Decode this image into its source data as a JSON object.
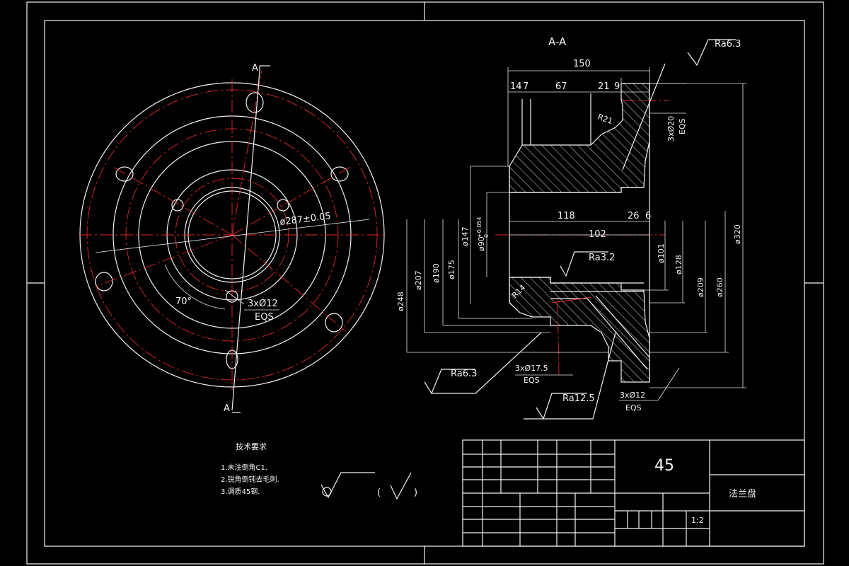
{
  "section_title": "A-A",
  "section_marker_top": "A",
  "section_marker_bottom": "A",
  "roughness": {
    "top": "Ra6.3",
    "mid": "Ra3.2",
    "bottom_left": "Ra6.3",
    "bottom_mid": "Ra12.5"
  },
  "front_view": {
    "pcd_label": "ø287±0.05",
    "angle_label": "70°",
    "holes_label": "3xØ12",
    "holes_eqs": "EQS"
  },
  "section_view": {
    "dims_top": {
      "overall": "150",
      "d1": "14",
      "d2": "7",
      "d3": "67",
      "d4": "21",
      "d5": "9"
    },
    "radius_top": "R21",
    "holes_top": "3xØ20",
    "holes_top_eqs": "EQS",
    "dims_mid": {
      "d118": "118",
      "d26": "26",
      "d6": "6",
      "d102": "102"
    },
    "diam_left": [
      "ø248",
      "ø207",
      "ø190",
      "ø175",
      "ø147"
    ],
    "bore_label": "ø90",
    "bore_tol_upper": "+0.054",
    "bore_tol_lower": "0",
    "diam_right": [
      "ø101",
      "ø128",
      "ø209",
      "ø260",
      "ø320"
    ],
    "radius_bottom": "R14",
    "holes_175": "3xØ17.5",
    "holes_175_eqs": "EQS",
    "holes_12": "3xØ12",
    "holes_12_eqs": "EQS"
  },
  "notes": {
    "title": "技术要求",
    "items": [
      "1.未注倒角C1.",
      "2.锐角倒钝去毛刺.",
      "3.调质45钢."
    ]
  },
  "title_block": {
    "material": "45",
    "part_name": "法兰盘",
    "scale": "1:2"
  }
}
